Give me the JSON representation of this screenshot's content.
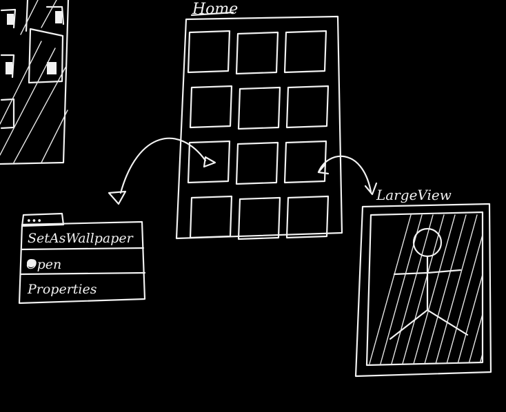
{
  "screens": {
    "home": {
      "title": "Home",
      "rows": 4,
      "cols": 3
    },
    "large_view": {
      "title": "LargeView"
    }
  },
  "context_menu": {
    "header_dots": "•••",
    "items": [
      {
        "label": "SetAsWallpaper"
      },
      {
        "label": "Open"
      },
      {
        "label": "Properties"
      }
    ]
  },
  "colors": {
    "background": "#000000",
    "ink": "#f2f2f2"
  }
}
